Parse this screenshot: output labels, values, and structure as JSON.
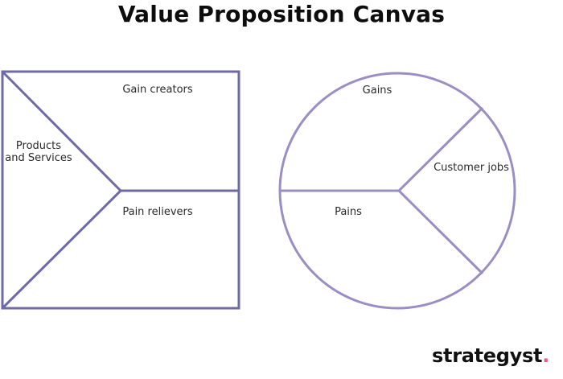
{
  "title": "Value Proposition Canvas",
  "colors": {
    "product_stroke": "#6e6aa6",
    "customer_stroke": "#9b8ec2",
    "brand_dot": "#e8607a"
  },
  "value_map": {
    "gain_creators": "Gain creators",
    "products_services_line1": "Products",
    "products_services_line2": "and Services",
    "pain_relievers": "Pain relievers"
  },
  "customer_profile": {
    "gains": "Gains",
    "customer_jobs": "Customer jobs",
    "pains": "Pains"
  },
  "brand": {
    "name": "strategyst",
    "dot": "."
  }
}
